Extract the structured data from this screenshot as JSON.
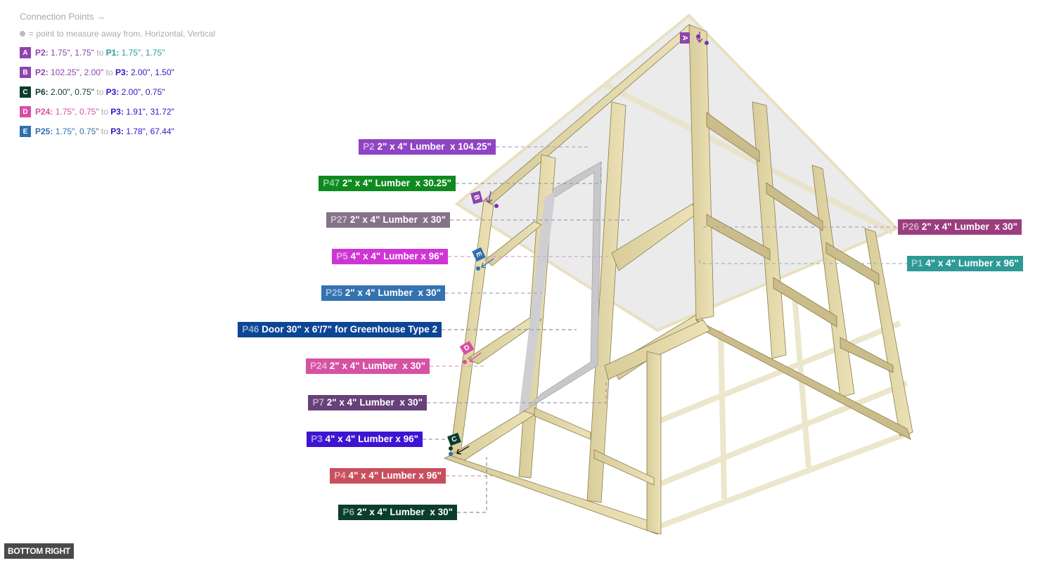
{
  "legend": {
    "title": "Connection Points →",
    "note": "= point to measure away from. Horizontal, Vertical",
    "rows": [
      {
        "letter": "A",
        "badge_color": "#8e44ad",
        "from_part": "P2:",
        "from_val": " 1.75\", 1.75\"",
        "from_color": "#8e44ad",
        "to": " to ",
        "to_part": "P1:",
        "to_val": " 1.75\", 1.75\"",
        "to_color": "#2e9a96"
      },
      {
        "letter": "B",
        "badge_color": "#8e44ad",
        "from_part": "P2:",
        "from_val": " 102.25\", 2.00\"",
        "from_color": "#8e44ad",
        "to": " to ",
        "to_part": "P3:",
        "to_val": " 2.00\", 1.50\"",
        "to_color": "#3b10c7"
      },
      {
        "letter": "C",
        "badge_color": "#0b3d2e",
        "from_part": "P6:",
        "from_val": " 2.00\", 0.75\"",
        "from_color": "#0b3d2e",
        "to": " to ",
        "to_part": "P3:",
        "to_val": " 2.00\", 0.75\"",
        "to_color": "#3b10c7"
      },
      {
        "letter": "D",
        "badge_color": "#d84fa3",
        "from_part": "P24:",
        "from_val": " 1.75\", 0.75\"",
        "from_color": "#d84fa3",
        "to": " to ",
        "to_part": "P3:",
        "to_val": " 1.91\", 31.72\"",
        "to_color": "#3b10c7"
      },
      {
        "letter": "E",
        "badge_color": "#2f6fae",
        "from_part": "P25:",
        "from_val": " 1.75\", 0.75\"",
        "from_color": "#2f6fae",
        "to": " to ",
        "to_part": "P3:",
        "to_val": " 1.78\", 67.44\"",
        "to_color": "#3b10c7"
      }
    ]
  },
  "parts": [
    {
      "id": "P2",
      "desc": " 2\" x 4\" Lumber  x 104.25\"",
      "color": "#8e44c3"
    },
    {
      "id": "P47",
      "desc": " 2\" x 4\" Lumber  x 30.25\"",
      "color": "#0e8a1f"
    },
    {
      "id": "P27",
      "desc": " 2\" x 4\" Lumber  x 30\"",
      "color": "#86718a"
    },
    {
      "id": "P5",
      "desc": " 4\" x 4\" Lumber x 96\"",
      "color": "#cf35d4"
    },
    {
      "id": "P25",
      "desc": " 2\" x 4\" Lumber  x 30\"",
      "color": "#3472b0"
    },
    {
      "id": "P46",
      "desc": " Door 30\" x 6'/7\" for Greenhouse Type 2",
      "color": "#0d4596"
    },
    {
      "id": "P24",
      "desc": " 2\" x 4\" Lumber  x 30\"",
      "color": "#d652a3"
    },
    {
      "id": "P7",
      "desc": " 2\" x 4\" Lumber  x 30\"",
      "color": "#674179"
    },
    {
      "id": "P3",
      "desc": " 4\" x 4\" Lumber x 96\"",
      "color": "#3d14d2"
    },
    {
      "id": "P4",
      "desc": " 4\" x 4\" Lumber x 96\"",
      "color": "#c8505e"
    },
    {
      "id": "P6",
      "desc": " 2\" x 4\" Lumber  x 30\"",
      "color": "#0b3d2e"
    },
    {
      "id": "P26",
      "desc": " 2\" x 4\" Lumber  x 30\"",
      "color": "#9b3d7f"
    },
    {
      "id": "P1",
      "desc": " 4\" x 4\" Lumber x 96\"",
      "color": "#2e9a96"
    }
  ],
  "markers": {
    "A": "A",
    "B": "B",
    "C": "C",
    "D": "D",
    "E": "E"
  },
  "view_label": "BOTTOM RIGHT"
}
